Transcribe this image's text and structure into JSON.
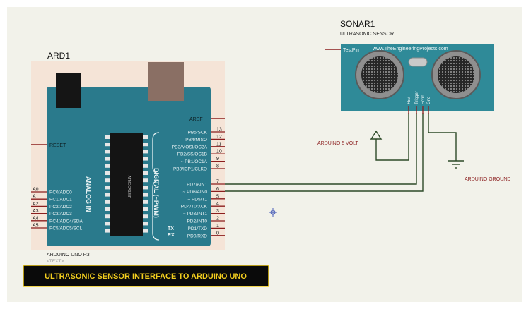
{
  "colors": {
    "page_bg": "#ffffff",
    "sheet_bg": "#f2f2ea",
    "board_outline": "#f5e4d7",
    "board_teal": "#2a7a8c",
    "usb": "#8a6f64",
    "power_jack": "#151515",
    "chip": "#141414",
    "wire_green": "#2d4a28",
    "pin_red": "#8b1e1e",
    "label_red": "#8b1e1e",
    "sensor_teal": "#2f8a98",
    "banner_bg": "#0a0a0a",
    "banner_text": "#f2cd1e"
  },
  "arduino": {
    "ref": "ARD1",
    "model": "ARDUINO UNO R3",
    "text_placeholder": "<TEXT>",
    "reset_label": "RESET",
    "aref_label": "AREF",
    "chip_text": "ATMEGA328P",
    "analog_header": "ANALOG IN",
    "digital_header": "DIGITAL (~PWM)",
    "tx_label": "TX",
    "rx_label": "RX",
    "analog_pins": [
      {
        "outer": "A0",
        "inner": "PC0/ADC0"
      },
      {
        "outer": "A1",
        "inner": "PC1/ADC1"
      },
      {
        "outer": "A2",
        "inner": "PC2/ADC2"
      },
      {
        "outer": "A3",
        "inner": "PC3/ADC3"
      },
      {
        "outer": "A4",
        "inner": "PC4/ADC4/SDA"
      },
      {
        "outer": "A5",
        "inner": "PC5/ADC5/SCL"
      }
    ],
    "digital_pins_top": [
      {
        "num": "13",
        "label": "PB5/SCK"
      },
      {
        "num": "12",
        "label": "PB4/MISO"
      },
      {
        "num": "11",
        "label": "~ PB3/MOSI/OC2A"
      },
      {
        "num": "10",
        "label": "~ PB2/SS/OC1B"
      },
      {
        "num": "9",
        "label": "~ PB1/OC1A"
      },
      {
        "num": "8",
        "label": "PB0/ICP1/CLKO"
      }
    ],
    "digital_pins_bottom": [
      {
        "num": "7",
        "label": "PD7/AIN1"
      },
      {
        "num": "6",
        "label": "~ PD6/AIN0"
      },
      {
        "num": "5",
        "label": "~ PD5/T1"
      },
      {
        "num": "4",
        "label": "PD4/T0/XCK"
      },
      {
        "num": "3",
        "label": "~ PD3/INT1"
      },
      {
        "num": "2",
        "label": "PD2/INT0"
      },
      {
        "num": "1",
        "label": "PD1/TXD"
      },
      {
        "num": "0",
        "label": "PD0/RXD"
      }
    ]
  },
  "sonar": {
    "ref": "SONAR1",
    "type": "ULTRASONIC SENSOR",
    "url": "www.TheEngineeringProjects.com",
    "testpin_label": "TestPin",
    "pins": [
      "+5V",
      "Trigger",
      "Echo",
      "Gnd"
    ]
  },
  "labels": {
    "five_volt": "ARDUINO 5 VOLT",
    "ground": "ARDUINO GROUND"
  },
  "banner": {
    "text": "ULTRASONIC SENSOR INTERFACE TO ARDUINO UNO"
  }
}
